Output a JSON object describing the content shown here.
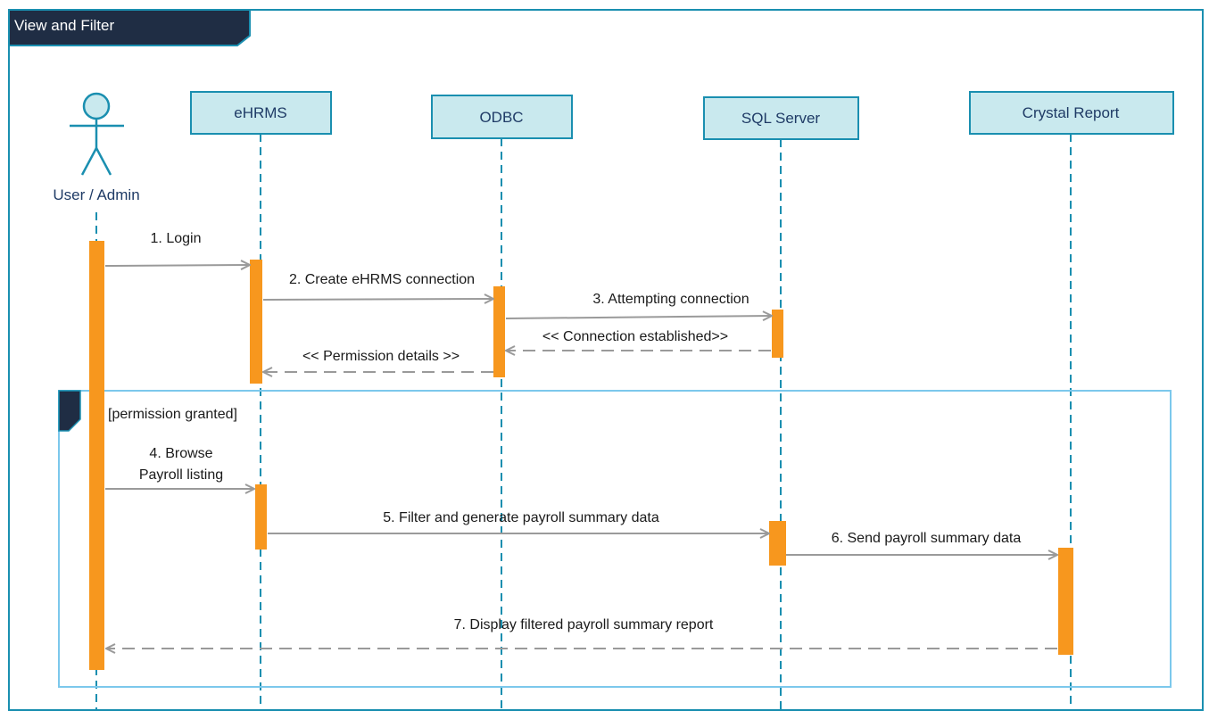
{
  "frame": {
    "title": "View and Filter"
  },
  "participants": {
    "actor": {
      "label": "User / Admin",
      "icon": "stick-figure-icon"
    },
    "ehrms": {
      "label": "eHRMS"
    },
    "odbc": {
      "label": "ODBC"
    },
    "sql": {
      "label": "SQL Server"
    },
    "crystal": {
      "label": "Crystal Report"
    }
  },
  "fragment": {
    "guard": "[permission granted]"
  },
  "messages": {
    "m1": {
      "label": "1. Login",
      "type": "sync"
    },
    "m2": {
      "label": "2. Create eHRMS connection",
      "type": "sync"
    },
    "m3": {
      "label": "3. Attempting connection",
      "type": "sync"
    },
    "m3r": {
      "label": "<< Connection established>>",
      "type": "return"
    },
    "m2r": {
      "label": "<< Permission details >>",
      "type": "return"
    },
    "m4a": {
      "label": "4. Browse",
      "type": "sync"
    },
    "m4b": {
      "label": "Payroll listing"
    },
    "m5": {
      "label": "5. Filter and generate payroll summary data",
      "type": "sync"
    },
    "m6": {
      "label": "6. Send payroll summary data",
      "type": "sync"
    },
    "m7": {
      "label": "7. Display filtered payroll summary report",
      "type": "return"
    }
  },
  "colors": {
    "frame_border": "#1a8fb0",
    "title_fill": "#1f2d44",
    "participant_fill": "#c9e9ee",
    "participant_border": "#1a8fb0",
    "lifeline": "#1a8fb0",
    "activation": "#f7971e",
    "arrow": "#9a9a9a",
    "fragment_border": "#7cc8ec"
  }
}
